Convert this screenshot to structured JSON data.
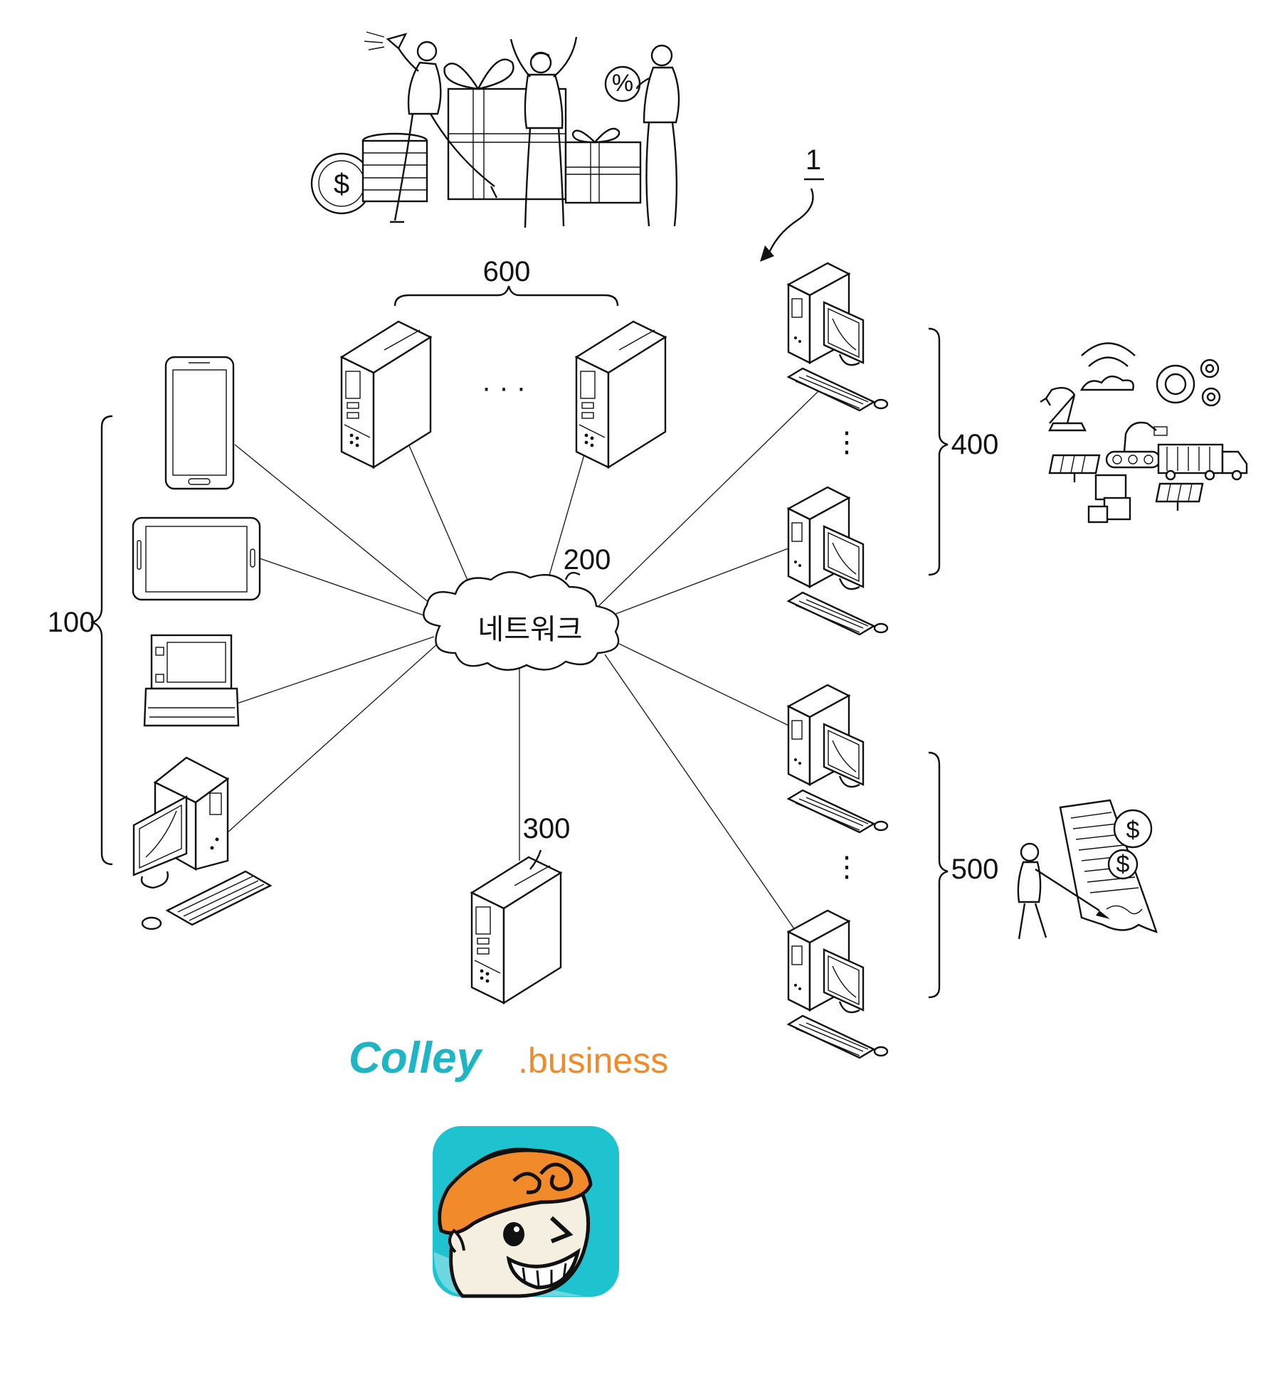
{
  "labels": {
    "system": "1",
    "client_group": "100",
    "network_ref": "200",
    "network_name": "네트워크",
    "server_ref": "300",
    "group_400": "400",
    "group_500": "500",
    "group_600": "600",
    "ellipsis_h": "· · ·",
    "ellipsis_v": "⋮"
  },
  "brand": {
    "name": "Colley",
    "suffix": ".business",
    "name_color": "#1fb5c5",
    "suffix_color": "#f08a2b",
    "icon_bg": "#1fc3d0",
    "icon_accent": "#f08a2b"
  },
  "icons": {
    "money_dollar": "$",
    "coin_percent": "%",
    "contract_dollar_1": "$",
    "contract_dollar_2": "$"
  }
}
